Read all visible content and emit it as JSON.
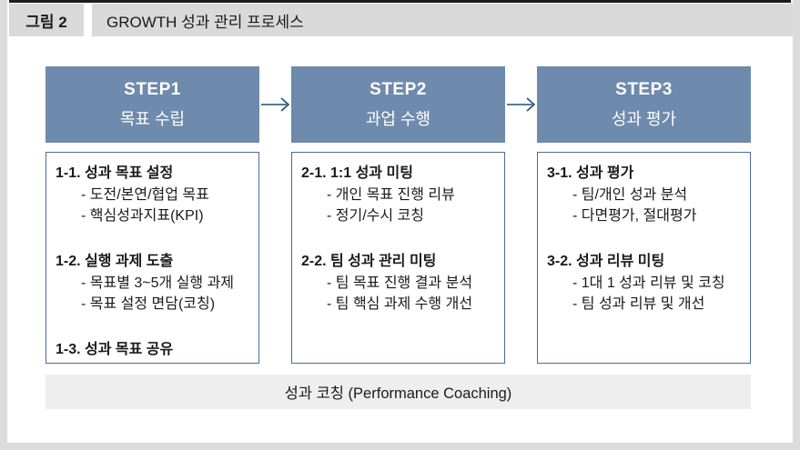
{
  "figure": {
    "label": "그림 2",
    "title": "GROWTH 성과 관리 프로세스"
  },
  "steps": [
    {
      "number": "STEP1",
      "title": "목표 수립",
      "sections": [
        {
          "heading": "1-1. 성과 목표 설정",
          "items": [
            "- 도전/본연/협업 목표",
            "- 핵심성과지표(KPI)"
          ]
        },
        {
          "heading": "1-2. 실행 과제 도출",
          "items": [
            "- 목표별 3~5개 실행 과제",
            "- 목표 설정 면담(코칭)"
          ]
        },
        {
          "heading": "1-3. 성과 목표 공유",
          "items": []
        }
      ]
    },
    {
      "number": "STEP2",
      "title": "과업 수행",
      "sections": [
        {
          "heading": "2-1. 1:1 성과 미팅",
          "items": [
            "- 개인 목표 진행 리뷰",
            "- 정기/수시 코칭"
          ]
        },
        {
          "heading": "2-2. 팀 성과 관리 미팅",
          "items": [
            "- 팀 목표 진행 결과 분석",
            "- 팀 핵심 과제 수행 개선"
          ]
        }
      ]
    },
    {
      "number": "STEP3",
      "title": "성과 평가",
      "sections": [
        {
          "heading": "3-1. 성과 평가",
          "items": [
            "- 팀/개인 성과 분석",
            "- 다면평가, 절대평가"
          ]
        },
        {
          "heading": "3-2. 성과 리뷰 미팅",
          "items": [
            "- 1대 1 성과 리뷰 및 코칭",
            "- 팀 성과 리뷰 및 개선"
          ]
        }
      ]
    }
  ],
  "footer": {
    "coaching_label": "성과 코칭 (Performance Coaching)"
  },
  "colors": {
    "step_header_bg": "#6e8aac",
    "body_border": "#4a6d99",
    "arrow": "#1f4e79",
    "header_strip_bg": "#d9d9d9",
    "frame": "#dbdbdb",
    "footer_bg": "#eeeeee"
  }
}
